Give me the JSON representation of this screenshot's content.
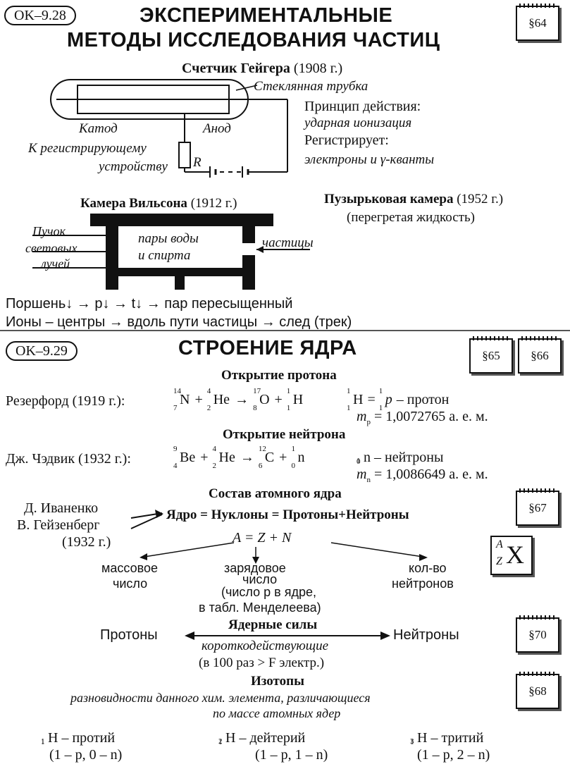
{
  "top": {
    "code": "OK–9.28",
    "title_line1": "ЭКСПЕРИМЕНТАЛЬНЫЕ",
    "title_line2": "МЕТОДЫ ИССЛЕДОВАНИЯ ЧАСТИЦ",
    "section": "§64",
    "geiger": {
      "heading": "Счетчик Гейгера",
      "year": "(1908 г.)",
      "tube_label": "Стеклянная трубка",
      "cathode": "Катод",
      "anode": "Анод",
      "to_device_1": "К регистрирующему",
      "to_device_2": "устройству",
      "resistor": "R",
      "principle_label": "Принцип действия:",
      "principle_value": "ударная ионизация",
      "registers_label": "Регистрирует:",
      "registers_value": "электроны и γ-кванты"
    },
    "wilson": {
      "heading": "Камера Вильсона",
      "year": "(1912 г.)",
      "beam_1": "Пучок",
      "beam_2": "световых",
      "beam_3": "лучей",
      "vapor_1": "пары воды",
      "vapor_2": "и спирта",
      "particles": "частицы",
      "line1": "Поршень↓ → p↓ → t↓ → пар пересыщенный",
      "line2": "Ионы – центры → вдоль пути частицы → след (трек)"
    },
    "bubble": {
      "heading": "Пузырьковая камера",
      "year": "(1952 г.)",
      "note": "(перегретая жидкость)"
    }
  },
  "bottom": {
    "code": "OK–9.29",
    "title": "СТРОЕНИЕ ЯДРА",
    "sections": [
      "§65",
      "§66"
    ],
    "proton": {
      "heading": "Открытие протона",
      "author": "Резерфорд (1919 г.):",
      "reaction": [
        {
          "a": "14",
          "z": "7",
          "s": "N"
        },
        {
          "op": "+"
        },
        {
          "a": "4",
          "z": "2",
          "s": "He"
        },
        {
          "op": "→"
        },
        {
          "a": "17",
          "z": "8",
          "s": "O"
        },
        {
          "op": "+"
        },
        {
          "a": "1",
          "z": "1",
          "s": "H"
        }
      ],
      "definition_rhs": "p",
      "definition_tail": " – протон",
      "mass_symbol": "m",
      "mass_sub": "p",
      "mass_value": " = 1,0072765 а. е. м."
    },
    "neutron": {
      "heading": "Открытие нейтрона",
      "author": "Дж. Чэдвик (1932 г.):",
      "reaction": [
        {
          "a": "9",
          "z": "4",
          "s": "Be"
        },
        {
          "op": "+"
        },
        {
          "a": "4",
          "z": "2",
          "s": "He"
        },
        {
          "op": "→"
        },
        {
          "a": "12",
          "z": "6",
          "s": "C"
        },
        {
          "op": "+"
        },
        {
          "a": "1",
          "z": "0",
          "s": "n"
        }
      ],
      "definition": "n – нейтроны",
      "mass_symbol": "m",
      "mass_sub": "n",
      "mass_value": " = 1,0086649 а. е. м."
    },
    "composition": {
      "heading": "Состав атомного ядра",
      "section": "§67",
      "author1": "Д. Иваненко",
      "author2": "В. Гейзенберг",
      "author_year": "(1932 г.)",
      "formula": "Ядро = Нуклоны = Протоны+Нейтроны",
      "eq": "A = Z + N",
      "mass_number_1": "массовое",
      "mass_number_2": "число",
      "charge_1": "зарядовое",
      "charge_2": "число",
      "charge_3": "(число p в ядре,",
      "charge_4": "в табл. Менделеева)",
      "neutrons_1": "кол-во",
      "neutrons_2": "нейтронов",
      "notation_a": "A",
      "notation_z": "Z",
      "notation_x": "X"
    },
    "forces": {
      "heading": "Ядерные силы",
      "section": "§70",
      "left": "Протоны",
      "right": "Нейтроны",
      "short_range": "короткодействующие",
      "strength": "(в 100 раз > F электр.)"
    },
    "isotopes": {
      "heading": "Изотопы",
      "section": "§68",
      "definition_1": "разновидности данного хим. элемента, различающиеся",
      "definition_2": "по массе атомных ядер",
      "items": [
        {
          "a": "1",
          "z": "1",
          "name": "H – протий",
          "comp": "(1 – p, 0 – n)"
        },
        {
          "a": "2",
          "z": "1",
          "name": "H – дейтерий",
          "comp": "(1 – p, 1 – n)"
        },
        {
          "a": "3",
          "z": "1",
          "name": "H – тритий",
          "comp": "(1 – p, 2 – n)"
        }
      ]
    }
  }
}
